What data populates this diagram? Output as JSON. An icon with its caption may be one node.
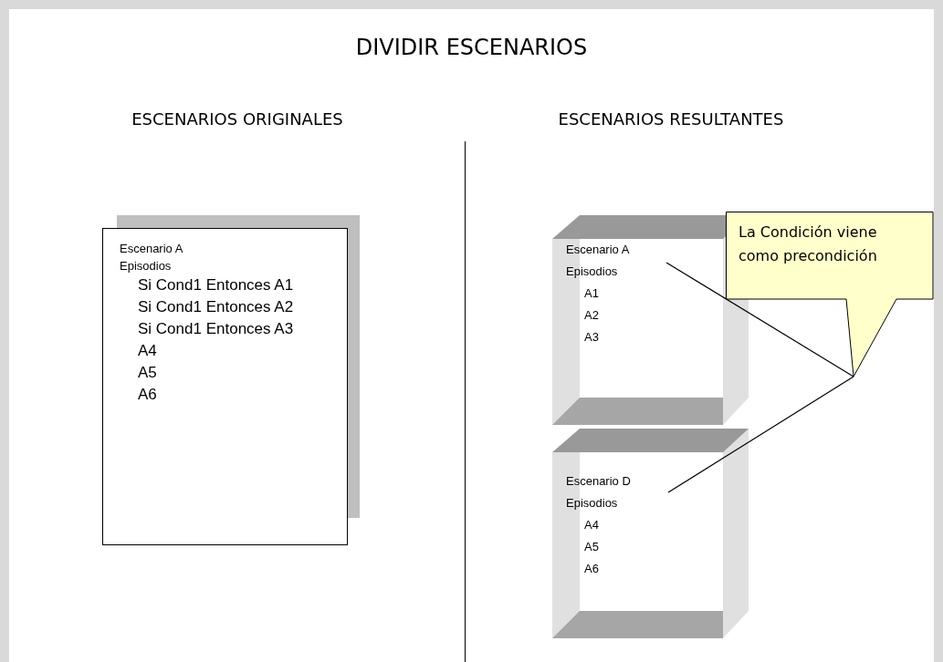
{
  "diagram": {
    "title": "DIVIDIR ESCENARIOS",
    "nodes": [
      {
        "text": [
          "Escenario A",
          "Episodios",
          "Si Cond1 Entonces A1",
          "Si Cond1 Entonces A2",
          "Si Cond1 Entonces A3",
          "A4",
          "A5",
          "A6"
        ]
      },
      {
        "text": [
          "Escenario A",
          "Episodios",
          "A1",
          "A2",
          "A3"
        ]
      },
      {
        "text": [
          "Escenario D",
          "Episodios",
          "A4",
          "A5",
          "A6"
        ]
      },
      {
        "text": [
          "La Condición viene como precondición"
        ]
      }
    ],
    "edges": [
      {
        "from": 3,
        "to": 1,
        "arrow": "none"
      },
      {
        "from": 3,
        "to": 2,
        "arrow": "none"
      }
    ],
    "labels": [
      "ESCENARIOS ORIGINALES",
      "ESCENARIOS RESULTANTES"
    ]
  }
}
